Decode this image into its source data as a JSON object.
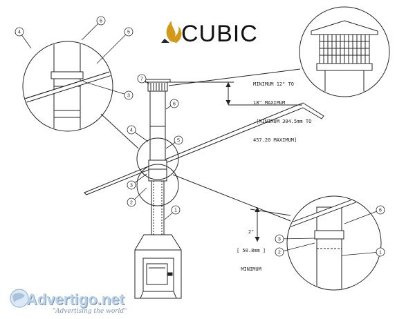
{
  "logo": {
    "brand": "CUBIC",
    "icon": "flame-icon"
  },
  "notes": {
    "top_clearance": [
      "MINIMUM 12\" TO",
      "18\" MAXIMUM",
      ".[MINIMUM 304.5mm TO",
      "457.20 MAXIMUM]"
    ],
    "roof_clearance": [
      "2\"",
      "[ 50.8mm ]",
      "MINIMUM"
    ]
  },
  "callouts": {
    "detail_left": [
      "4",
      "6",
      "5",
      "3"
    ],
    "main": [
      "7",
      "6",
      "4",
      "5",
      "3",
      "2",
      "1"
    ],
    "detail_right": [
      "6",
      "3",
      "2",
      "1"
    ]
  },
  "watermark": {
    "title": "Advertigo.net",
    "tagline": "\"Advertising the world\"",
    "icon": "globe-icon"
  }
}
